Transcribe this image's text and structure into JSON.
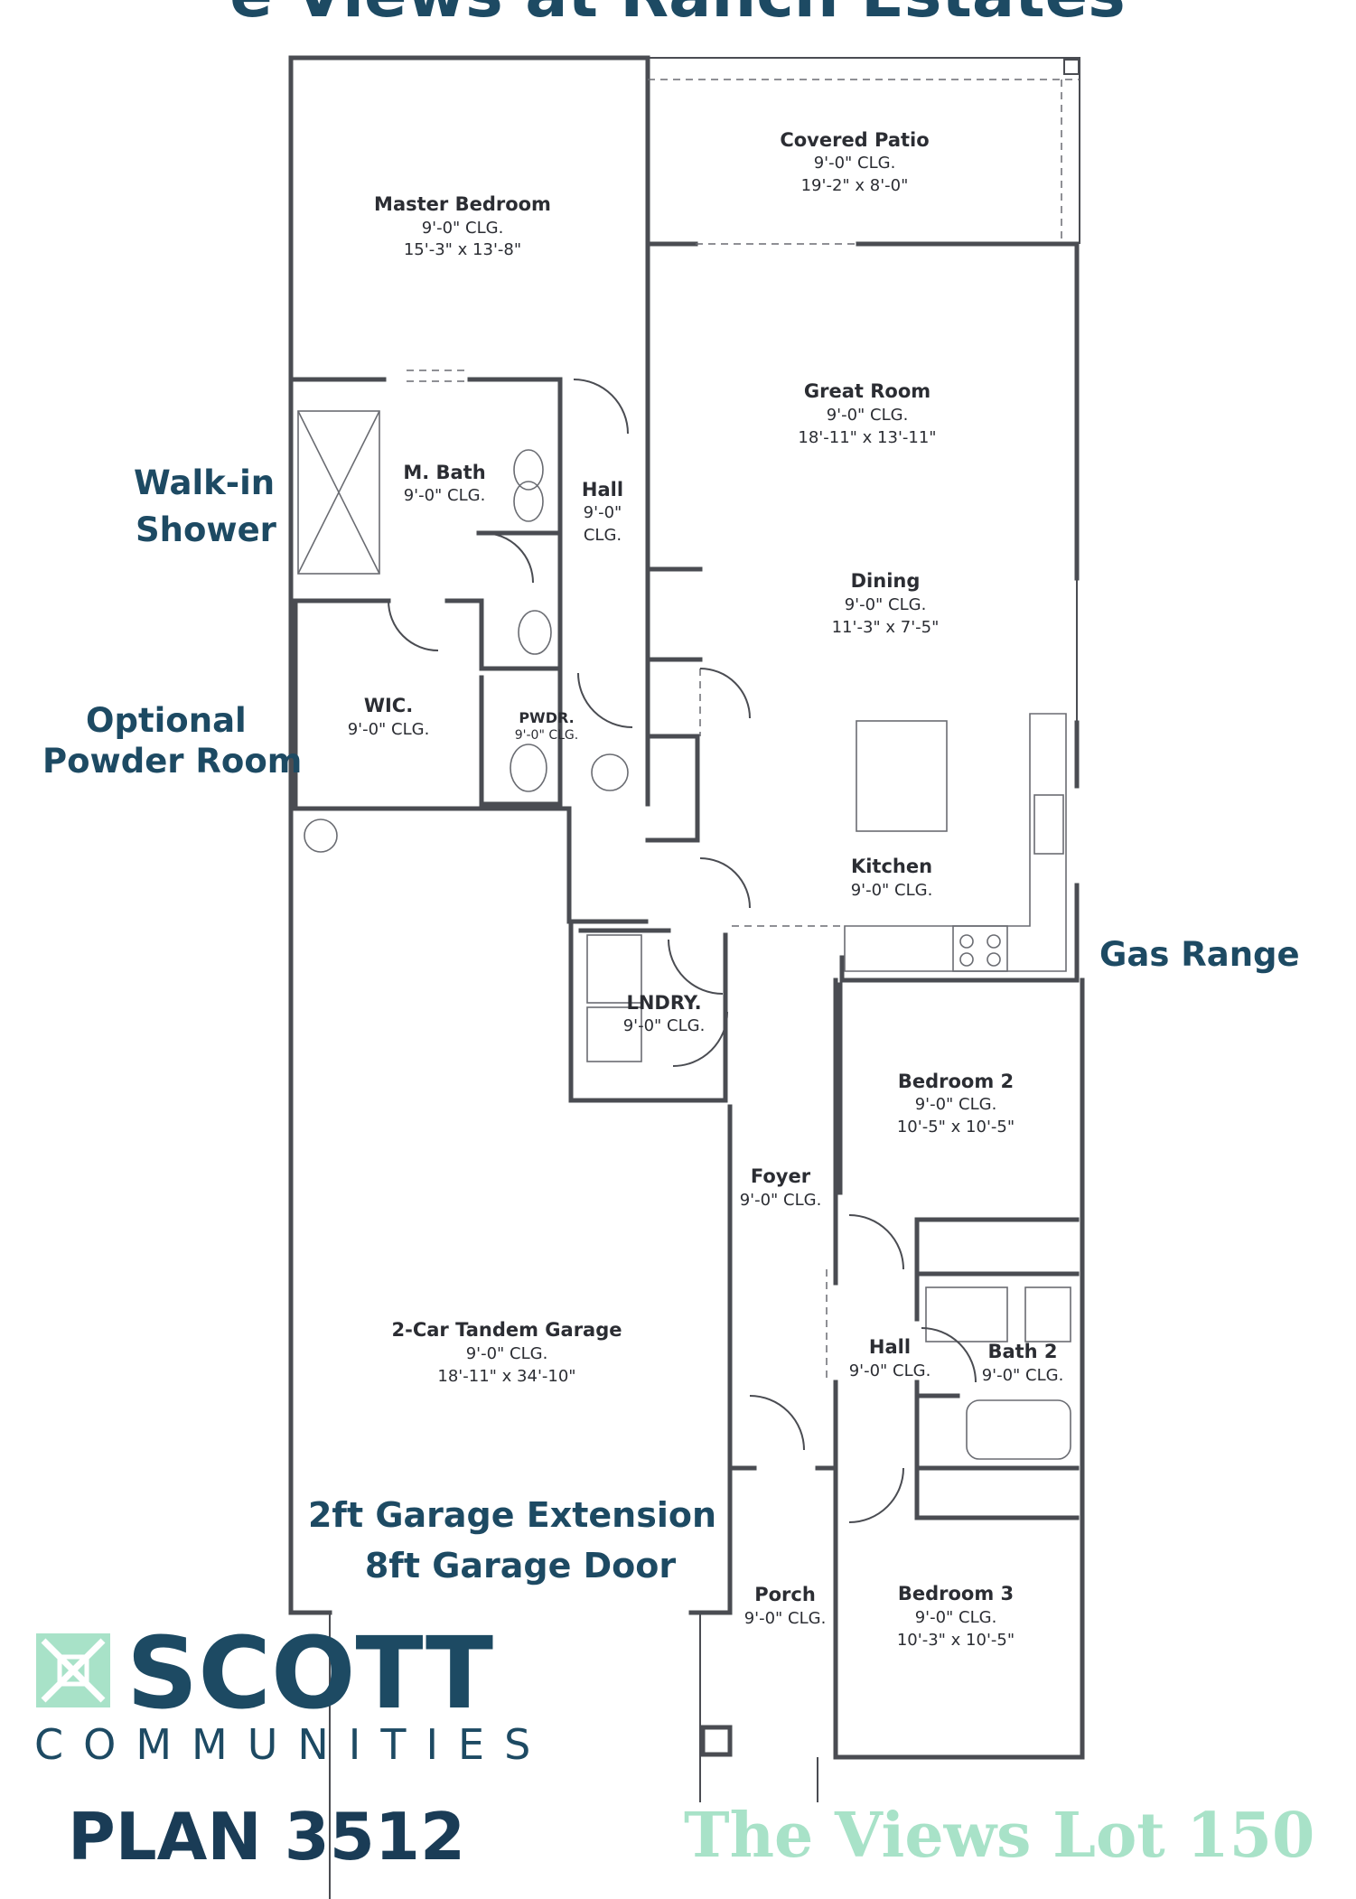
{
  "banner": "e Views at Ranch Estates",
  "rooms": {
    "covered_patio": {
      "name": "Covered Patio",
      "ceiling": "9'-0\" CLG.",
      "size": "19'-2\" x 8'-0\""
    },
    "master_bedroom": {
      "name": "Master Bedroom",
      "ceiling": "9'-0\" CLG.",
      "size": "15'-3\" x 13'-8\""
    },
    "great_room": {
      "name": "Great Room",
      "ceiling": "9'-0\" CLG.",
      "size": "18'-11\" x 13'-11\""
    },
    "m_bath": {
      "name": "M. Bath",
      "ceiling": "9'-0\" CLG."
    },
    "hall_upper": {
      "name": "Hall",
      "ceiling_line1": "9'-0\"",
      "ceiling_line2": "CLG."
    },
    "dining": {
      "name": "Dining",
      "ceiling": "9'-0\" CLG.",
      "size": "11'-3\" x 7'-5\""
    },
    "wic": {
      "name": "WIC.",
      "ceiling": "9'-0\" CLG."
    },
    "pwdr": {
      "name": "PWDR.",
      "ceiling": "9'-0\" CLG."
    },
    "kitchen": {
      "name": "Kitchen",
      "ceiling": "9'-0\" CLG."
    },
    "lndry": {
      "name": "LNDRY.",
      "ceiling": "9'-0\" CLG."
    },
    "bedroom_2": {
      "name": "Bedroom 2",
      "ceiling": "9'-0\" CLG.",
      "size": "10'-5\" x 10'-5\""
    },
    "foyer": {
      "name": "Foyer",
      "ceiling": "9'-0\" CLG."
    },
    "garage": {
      "name": "2-Car Tandem Garage",
      "ceiling": "9'-0\" CLG.",
      "size": "18'-11\" x 34'-10\""
    },
    "hall_lower": {
      "name": "Hall",
      "ceiling": "9'-0\" CLG."
    },
    "bath_2": {
      "name": "Bath 2",
      "ceiling": "9'-0\" CLG."
    },
    "porch": {
      "name": "Porch",
      "ceiling": "9'-0\" CLG."
    },
    "bedroom_3": {
      "name": "Bedroom 3",
      "ceiling": "9'-0\" CLG.",
      "size": "10'-3\" x 10'-5\""
    }
  },
  "callouts": {
    "walk_in_shower": [
      "Walk-in",
      "Shower"
    ],
    "optional_powder": [
      "Optional",
      "Powder Room"
    ],
    "gas_range": "Gas Range",
    "garage_extension": "2ft Garage Extension",
    "garage_door": "8ft Garage Door"
  },
  "branding": {
    "logo_word": "SCOTT",
    "logo_sub": "COMMUNITIES",
    "plan": "PLAN 3512",
    "lot": "The Views Lot 150"
  },
  "colors": {
    "navy": "#1d4a63",
    "mint": "#a8e2c8",
    "wall": "#4a4c52"
  }
}
